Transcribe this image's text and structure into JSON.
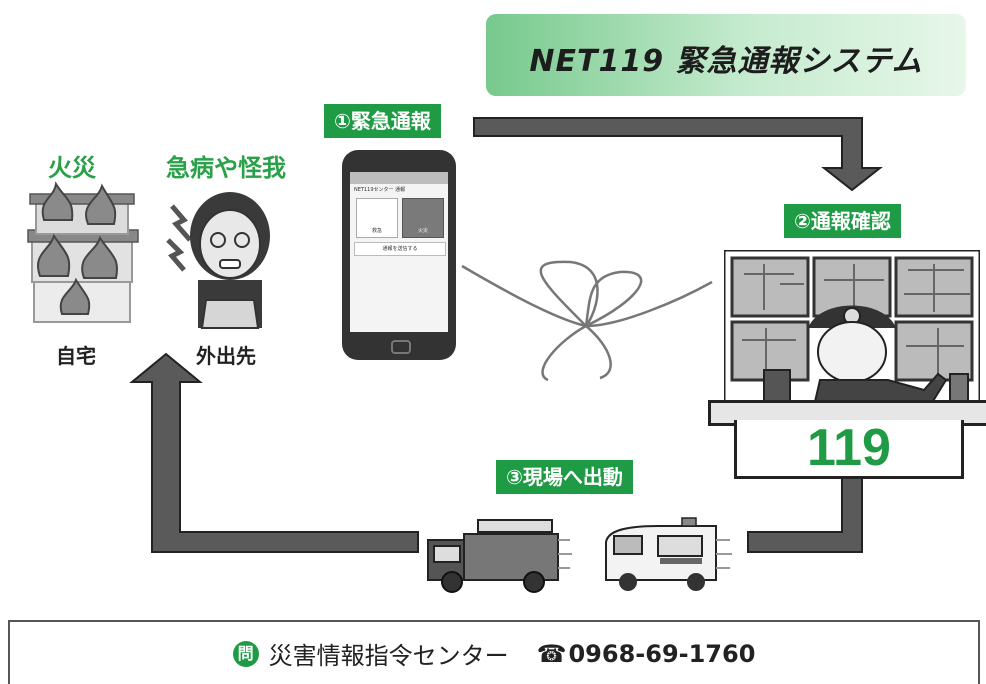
{
  "title": "NET119 緊急通報システム",
  "steps": {
    "step1": "①緊急通報",
    "step2": "②通報確認",
    "step3": "③現場へ出動"
  },
  "categories": {
    "fire": "火災",
    "illness": "急病や怪我"
  },
  "places": {
    "home": "自宅",
    "outside": "外出先"
  },
  "phone_screen": {
    "header": "NET119センター 通報",
    "button1": "救急",
    "button2": "火災",
    "bottom_bar": "通報を送信する"
  },
  "desk_number": "119",
  "footer": {
    "icon_char": "問",
    "department": "災害情報指令センター",
    "phone_mark": "☎",
    "phone": "0968-69-1760"
  },
  "colors": {
    "accent_green": "#1f9a45",
    "arrow_gray": "#5a5a5a"
  }
}
